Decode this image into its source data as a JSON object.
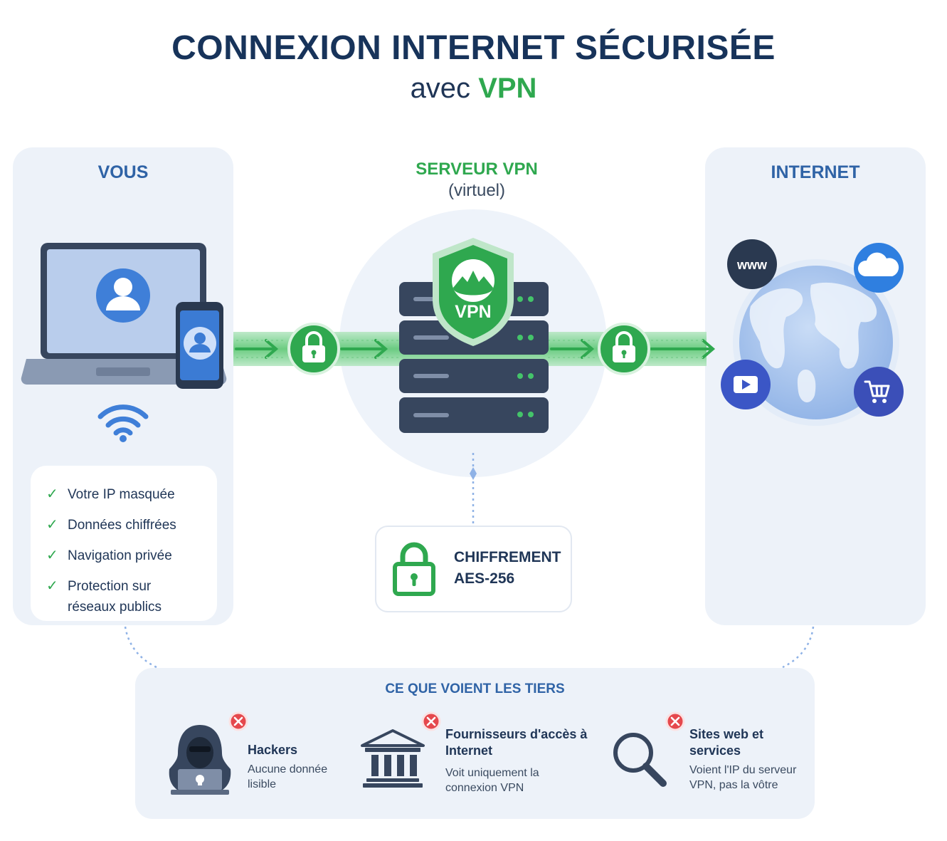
{
  "header": {
    "title": "CONNEXION INTERNET SÉCURISÉE",
    "subtitle_prefix": "avec",
    "subtitle_accent": "VPN"
  },
  "left_panel": {
    "title": "VOUS",
    "benefits": [
      "Votre IP masquée",
      "Données chiffrées",
      "Navigation privée",
      "Protection sur réseaux publics"
    ]
  },
  "center": {
    "title": "SERVEUR VPN",
    "subtitle": "(virtuel)",
    "shield_label": "VPN",
    "encryption_line1": "CHIFFREMENT",
    "encryption_line2": "AES-256"
  },
  "right_panel": {
    "title": "INTERNET",
    "www_label": "www",
    "services": [
      "www-icon",
      "cloud-icon",
      "video-play-icon",
      "shopping-cart-icon"
    ]
  },
  "third_parties": {
    "title": "CE QUE VOIENT LES TIERS",
    "items": [
      {
        "head": "Hackers",
        "body": "Aucune donnée lisible"
      },
      {
        "head": "Fournisseurs d'accès à Internet",
        "body": "Voit uniquement la connexion VPN"
      },
      {
        "head": "Sites web et services",
        "body": "Voient l'IP du serveur VPN, pas la vôtre"
      }
    ]
  },
  "colors": {
    "navy": "#17335a",
    "blue": "#2f63a6",
    "green": "#2fa84f",
    "panel_bg": "#edf2f9",
    "server": "#37465e",
    "danger": "#e5484d"
  }
}
